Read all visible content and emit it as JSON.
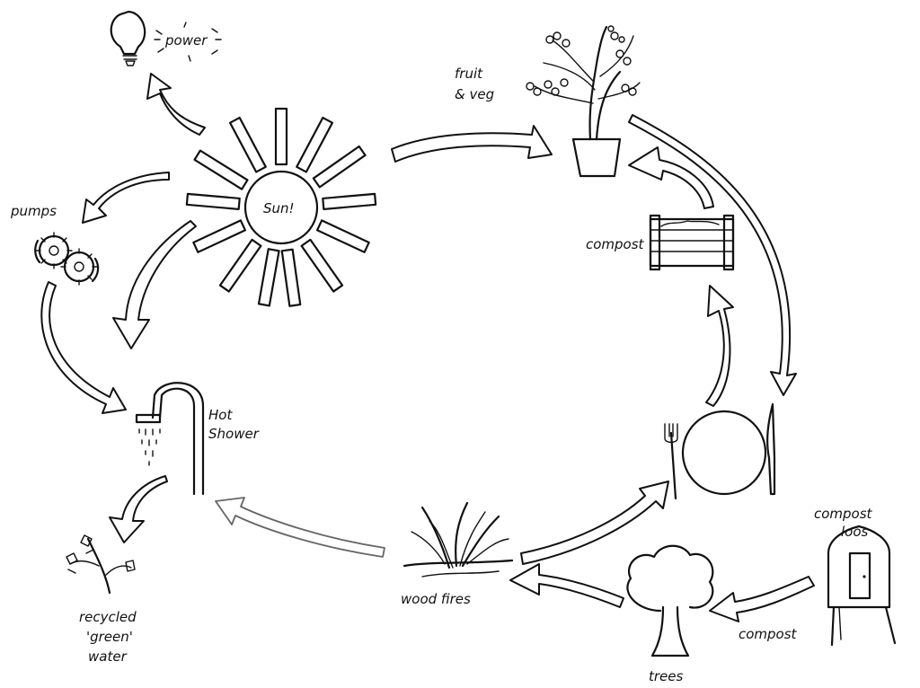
{
  "labels": {
    "power": "power",
    "pumps": "pumps",
    "sun": "Sun!",
    "fruit_line1": "fruit",
    "fruit_line2": "& veg",
    "compost_bin": "compost",
    "hot_line1": "Hot",
    "hot_line2": "Shower",
    "recycled_line1": "recycled",
    "recycled_line2": "'green'",
    "recycled_line3": "water",
    "wood_fires": "wood fires",
    "trees": "trees",
    "compost_arrow": "compost",
    "compost_loos_line1": "compost",
    "compost_loos_line2": "loos"
  },
  "icons": [
    "lightbulb-icon",
    "gears-icon",
    "sun-icon",
    "plant-pot-icon",
    "compost-bin-icon",
    "shower-icon",
    "seedling-icon",
    "fire-icon",
    "plate-cutlery-icon",
    "tree-icon",
    "outhouse-icon"
  ],
  "colors": {
    "ink": "#111111",
    "paper": "#ffffff"
  }
}
